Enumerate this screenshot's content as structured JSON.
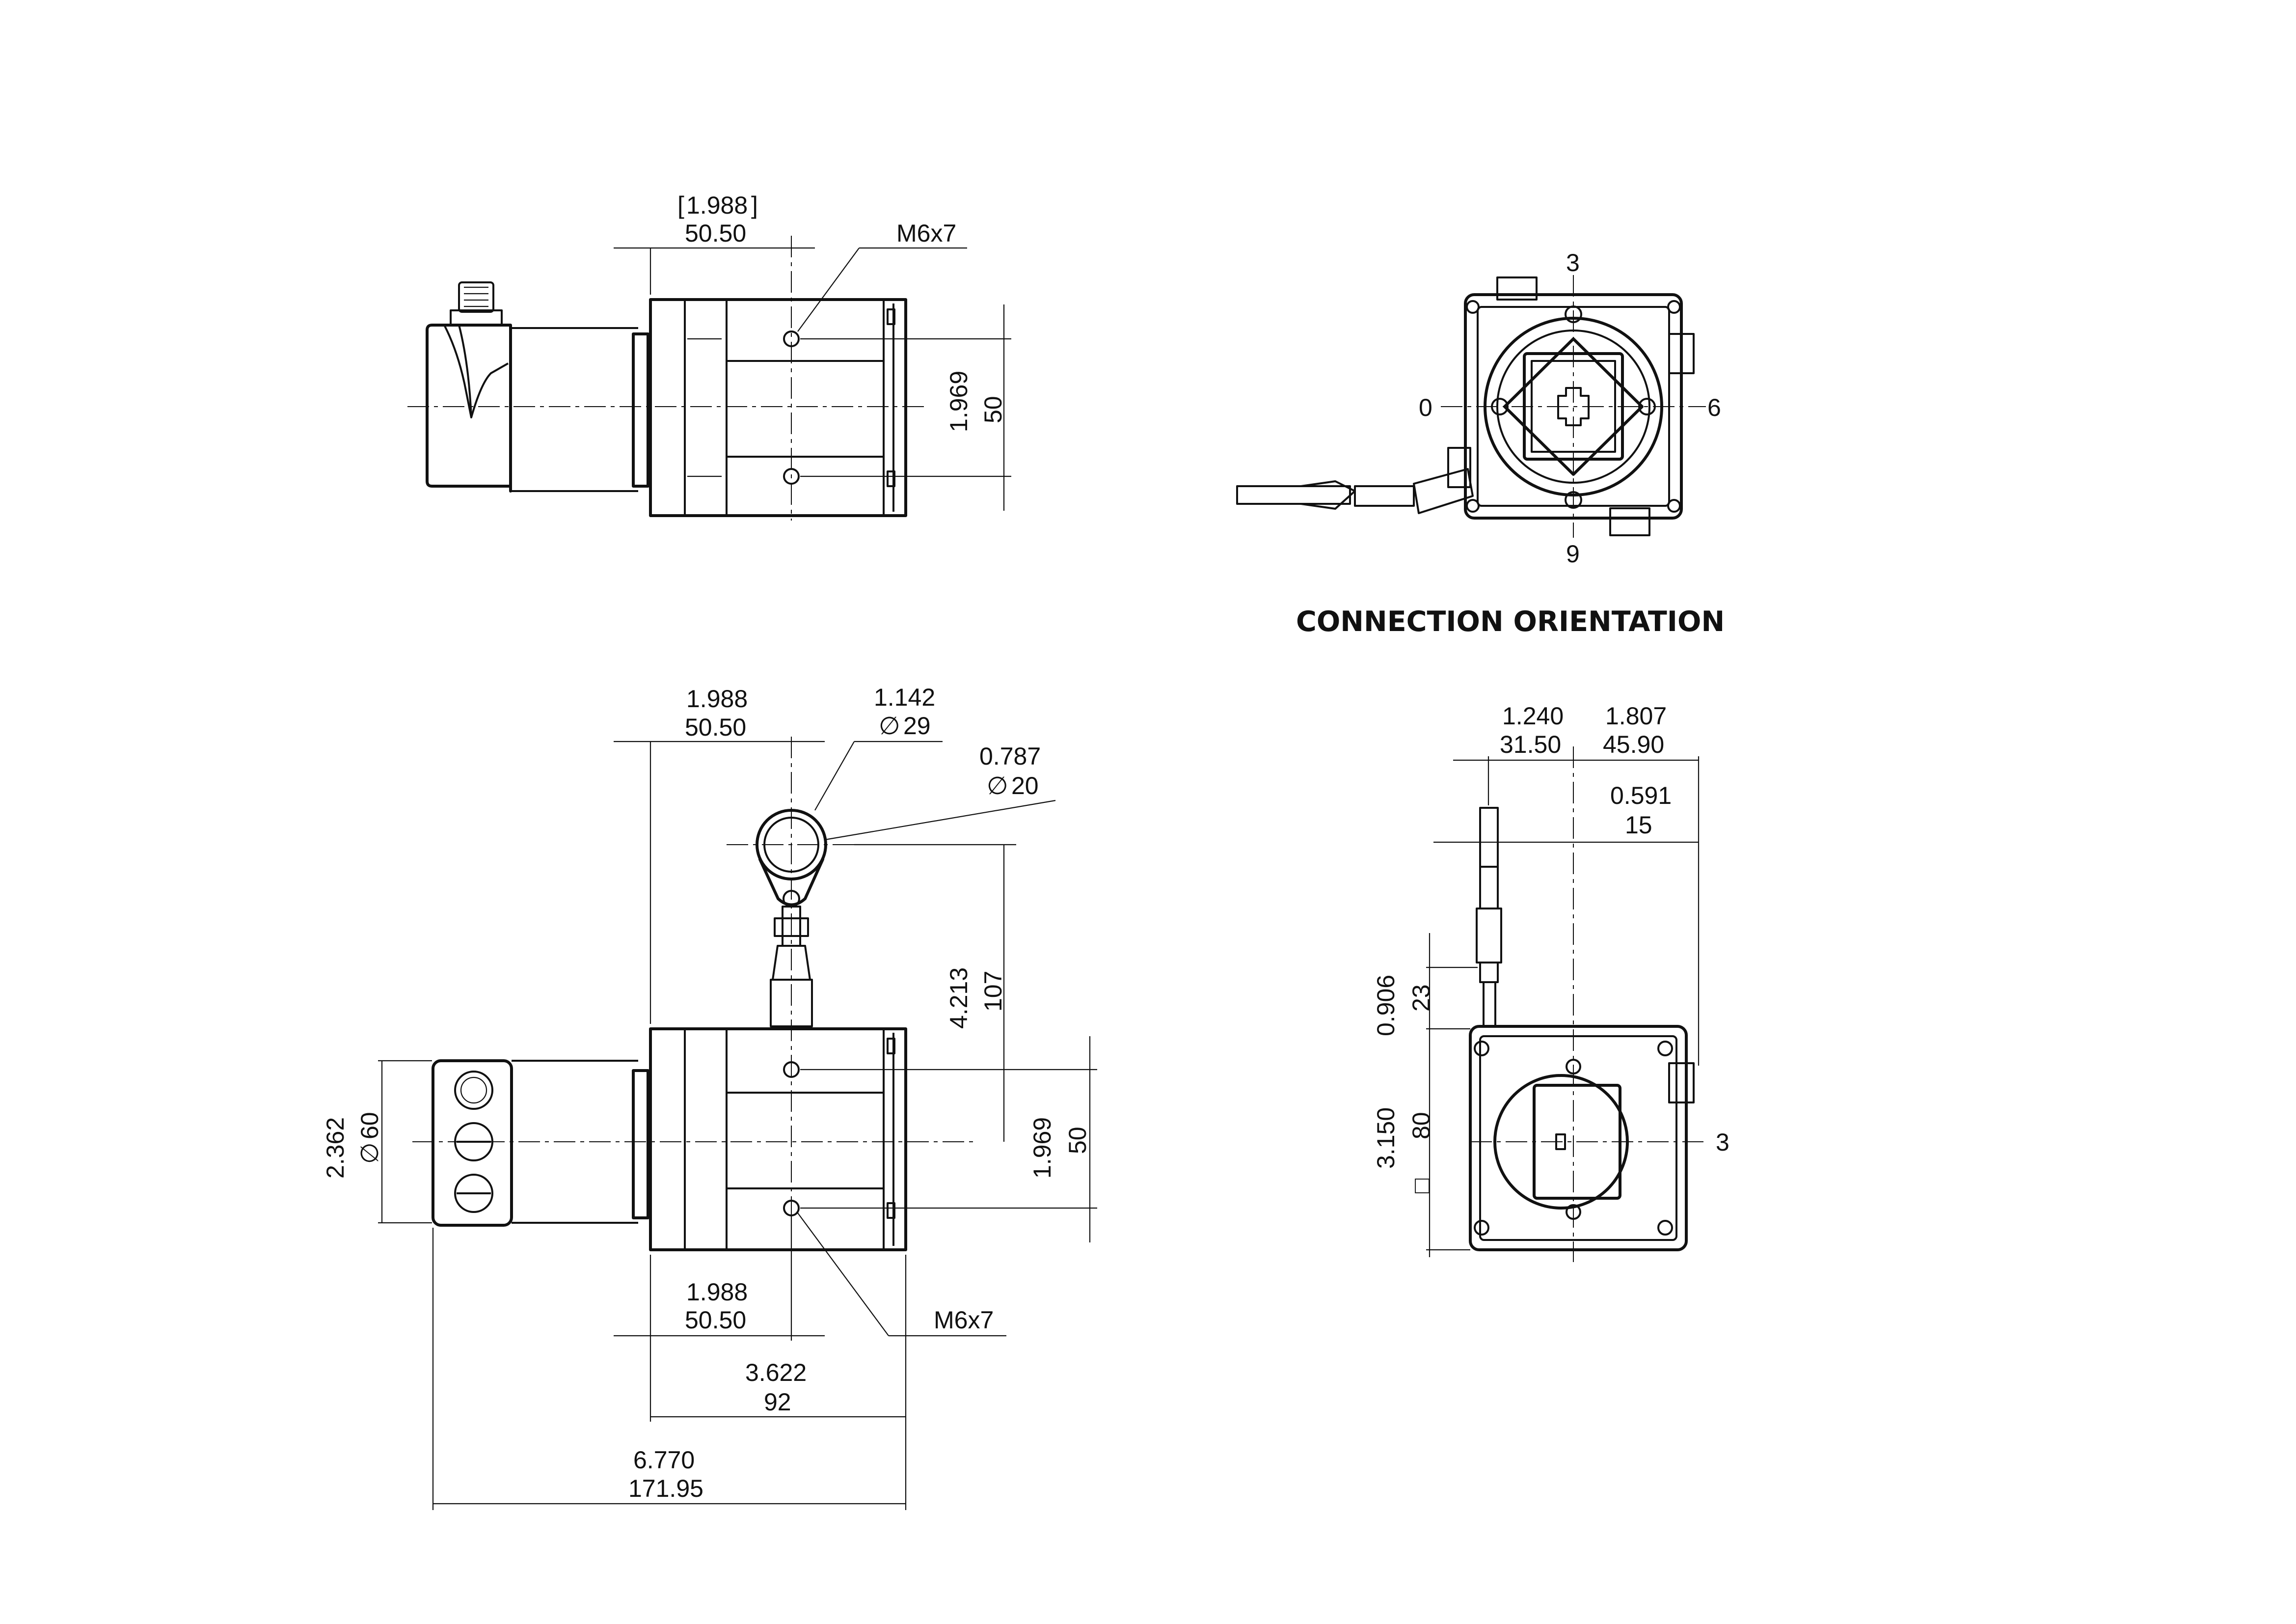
{
  "title": "CONNECTION ORIENTATION",
  "side_view_top": {
    "length_in": "1.988",
    "length_mm": "50.50",
    "thread": "M6x7",
    "hole_spacing_in": "1.969",
    "hole_spacing_mm": "50"
  },
  "end_view_top": {
    "labels": {
      "top": "3",
      "left": "0",
      "right": "6",
      "bottom": "9"
    }
  },
  "front_view": {
    "top_length_in": "1.988",
    "top_length_mm": "50.50",
    "ring_outer_in": "1.142",
    "ring_outer_mm": "29",
    "ring_inner_in": "0.787",
    "ring_inner_mm": "20",
    "height_in": "4.213",
    "height_mm": "107",
    "hole_spacing_in": "1.969",
    "hole_spacing_mm": "50",
    "diameter_in": "2.362",
    "diameter_mm": "60",
    "bottom_length_in": "1.988",
    "bottom_length_mm": "50.50",
    "thread": "M6x7",
    "body_length_in": "3.622",
    "body_length_mm": "92",
    "overall_in": "6.770",
    "overall_mm": "171.95",
    "diameter_symbol": "∅"
  },
  "side_view_bottom": {
    "offset_in": "1.240",
    "offset_mm": "31.50",
    "right_in": "1.807",
    "right_mm": "45.90",
    "ring_in": "0.591",
    "ring_mm": "15",
    "tab_in": "0.906",
    "tab_mm": "23",
    "square_in": "3.150",
    "square_mm": "80",
    "square_symbol": "□",
    "label_right": "3"
  }
}
